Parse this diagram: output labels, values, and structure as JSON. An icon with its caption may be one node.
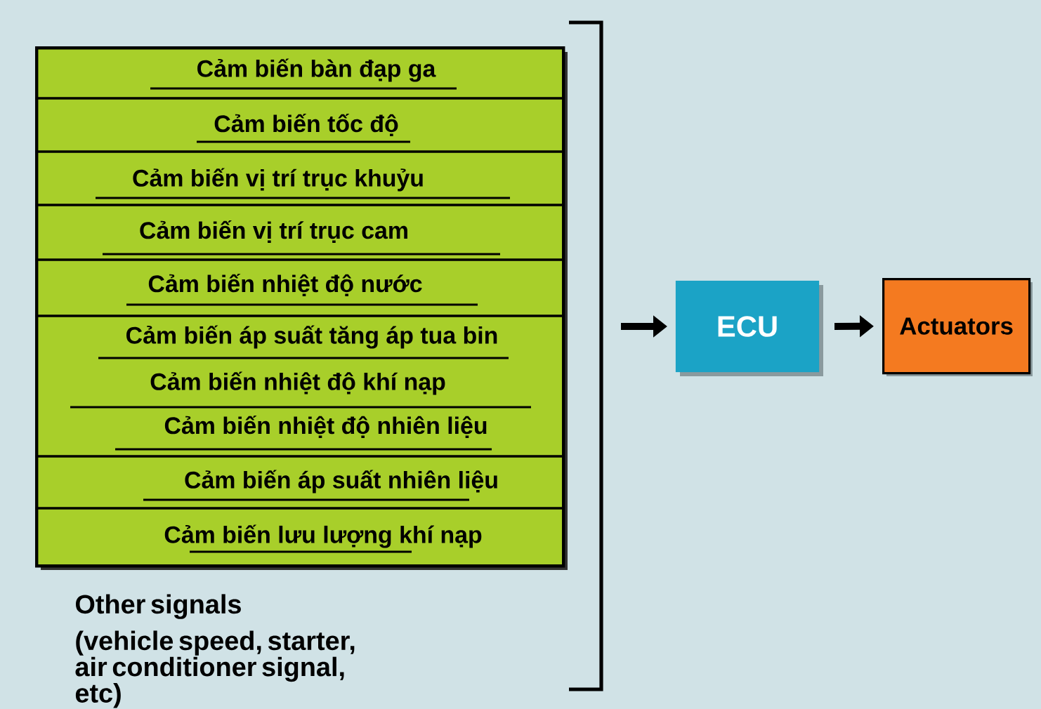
{
  "diagram": {
    "nodes": [
      {
        "text": [],
        "shape": "box"
      },
      {
        "text": [
          "Cảm biến bàn đạp ga"
        ],
        "in": 0
      },
      {
        "text": [
          "Cảm biến tốc độ"
        ],
        "in": 0
      },
      {
        "text": [
          "Cảm biến vị trí trục khuỷu"
        ],
        "in": 0
      },
      {
        "text": [
          "Cảm biến vị trí trục cam"
        ],
        "in": 0
      },
      {
        "text": [
          "Cảm biến nhiệt độ nước"
        ],
        "in": 0
      },
      {
        "text": [
          "Cảm biến áp suất tăng áp tua bin"
        ],
        "in": 0
      },
      {
        "text": [
          "Cảm biến nhiệt độ khí nạp"
        ],
        "in": 0
      },
      {
        "text": [
          "Cảm biến nhiệt độ nhiên liệu"
        ],
        "in": 0
      },
      {
        "text": [
          "Cảm biến áp suất nhiên liệu"
        ],
        "in": 0
      },
      {
        "text": [
          "Cảm biến lưu lượng khí nạp"
        ],
        "in": 0
      },
      {
        "text": [
          "ECU"
        ]
      },
      {
        "text": [
          "Actuators"
        ]
      }
    ],
    "edges": [
      {
        "from": null,
        "to": 11,
        "arrow": "to"
      },
      {
        "from": 11,
        "to": 12,
        "arrow": "to"
      }
    ],
    "labels": [
      "Other signals",
      "(vehicle speed, starter, air conditioner signal, etc)"
    ]
  }
}
